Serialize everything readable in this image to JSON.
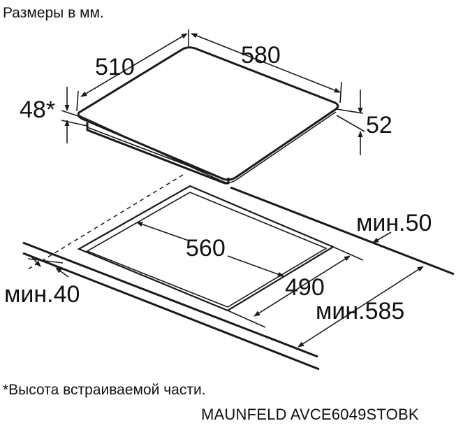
{
  "header": {
    "units_note": "Размеры в мм."
  },
  "hob": {
    "depth": "510",
    "width": "580",
    "builtin_height": "48*",
    "total_height": "52"
  },
  "cutout": {
    "width": "560",
    "depth": "490",
    "min_back": "мин.50",
    "min_front": "мин.40",
    "min_countertop_depth": "мин.585"
  },
  "footer": {
    "footnote": "*Высота встраиваемой части.",
    "model": "MAUNFELD AVCE6049STOBK"
  }
}
